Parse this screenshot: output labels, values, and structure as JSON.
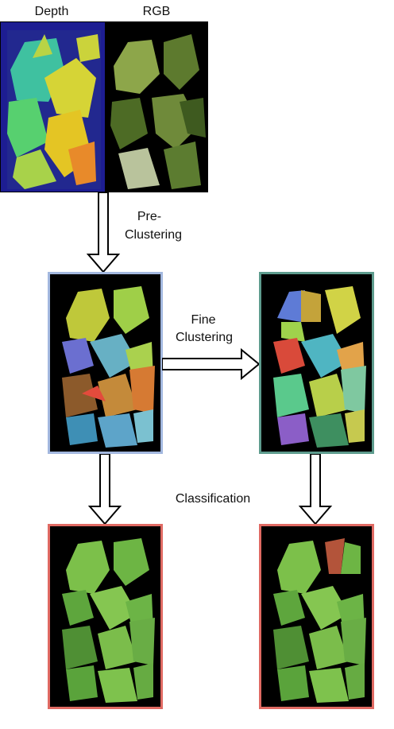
{
  "labels": {
    "depth": "Depth",
    "rgb": "RGB",
    "pre_clustering_line1": "Pre-",
    "pre_clustering_line2": "Clustering",
    "fine_clustering_line1": "Fine",
    "fine_clustering_line2": "Clustering",
    "classification": "Classification"
  },
  "colors": {
    "pre_cluster_border": "#a3b8df",
    "fine_cluster_border": "#5e9c8e",
    "classification_border": "#e06a63",
    "depth_background": "#1e1e96",
    "leaf_green": "#7cc04a"
  }
}
